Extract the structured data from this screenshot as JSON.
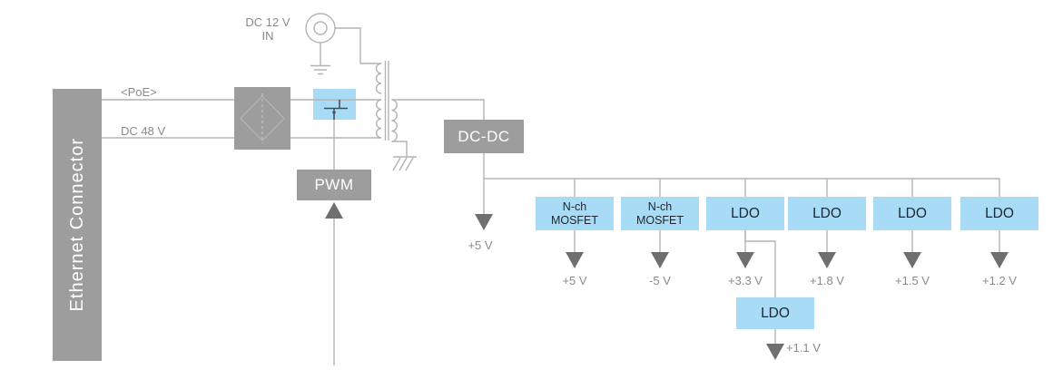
{
  "connector": {
    "label": "Ethernet Connector"
  },
  "power_inputs": {
    "dc12_label": "DC 12 V\nIN",
    "poe_label": "<PoE>",
    "dc48_label": "DC 48 V"
  },
  "blocks": {
    "pwm_label": "PWM",
    "dcdc_label": "DC-DC"
  },
  "dcdc_output_label": "+5 V",
  "rails": [
    {
      "label": "N-ch\nMOSFET",
      "output": "+5 V"
    },
    {
      "label": "N-ch\nMOSFET",
      "output": "-5 V"
    },
    {
      "label": "LDO",
      "output": "+3.3 V"
    },
    {
      "label": "LDO",
      "output": "+1.8 V"
    },
    {
      "label": "LDO",
      "output": "+1.5 V"
    },
    {
      "label": "LDO",
      "output": "+1.2 V"
    }
  ],
  "sub_rail": {
    "label": "LDO",
    "output": "+1.1 V"
  },
  "colors": {
    "block_gray": "#9d9d9d",
    "block_blue": "#a8dbf6",
    "wire": "#b3b3b3",
    "arrow": "#6f6f6f",
    "label_text": "#8a8a8a",
    "dark_text": "#1d2730"
  }
}
